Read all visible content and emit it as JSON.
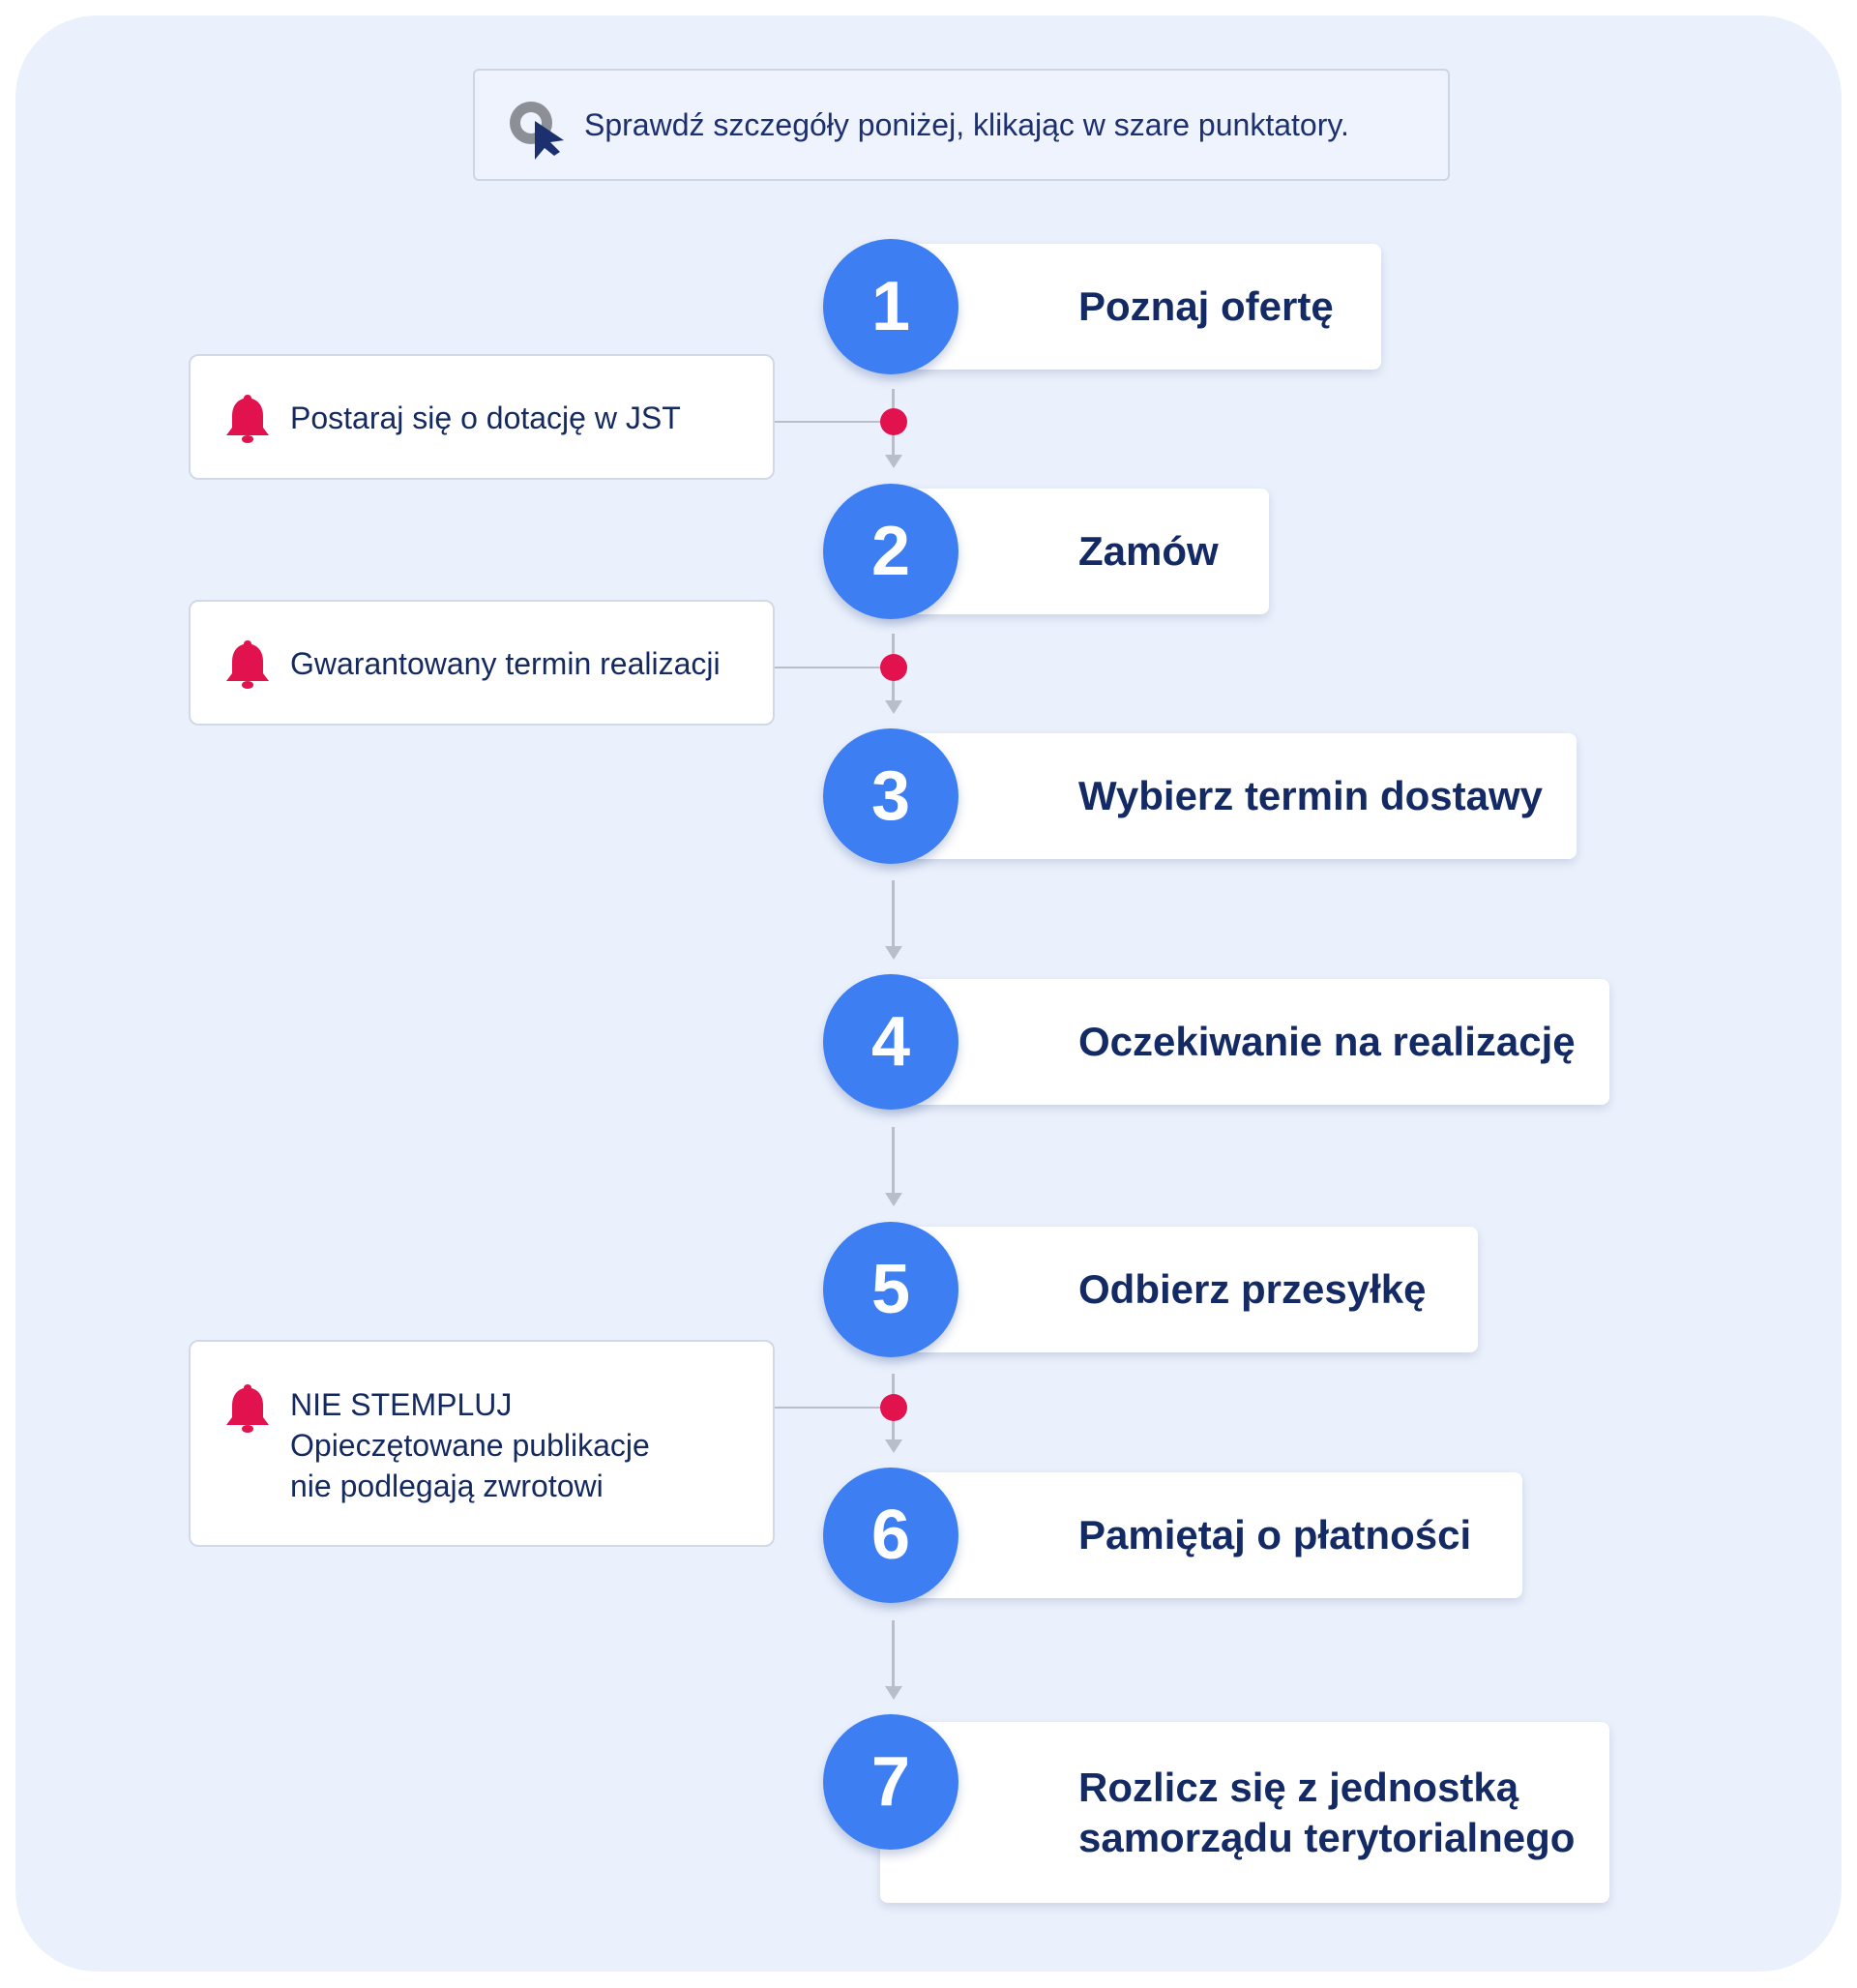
{
  "hint": {
    "text": "Sprawdź szczegóły poniżej, klikając w szare punktatory.",
    "icon": "cursor-click-icon"
  },
  "colors": {
    "accent": "#3d7ff2",
    "alert": "#e2124e",
    "text": "#142a65",
    "background": "#ebf1fc"
  },
  "steps": [
    {
      "number": "1",
      "label": "Poznaj ofertę"
    },
    {
      "number": "2",
      "label": "Zamów"
    },
    {
      "number": "3",
      "label": "Wybierz termin dostawy"
    },
    {
      "number": "4",
      "label": "Oczekiwanie na realizację"
    },
    {
      "number": "5",
      "label": "Odbierz przesyłkę"
    },
    {
      "number": "6",
      "label": "Pamiętaj o płatności"
    },
    {
      "number": "7",
      "label_line1": "Rozlicz się z jednostką",
      "label_line2": "samorządu terytorialnego"
    }
  ],
  "notes": [
    {
      "icon": "bell-icon",
      "text": "Postaraj się o dotację w JST"
    },
    {
      "icon": "bell-icon",
      "text": "Gwarantowany termin realizacji"
    },
    {
      "icon": "bell-icon",
      "title": "NIE STEMPLUJ",
      "line1": "Opieczętowane publikacje",
      "line2": "nie podlegają zwrotowi"
    }
  ]
}
